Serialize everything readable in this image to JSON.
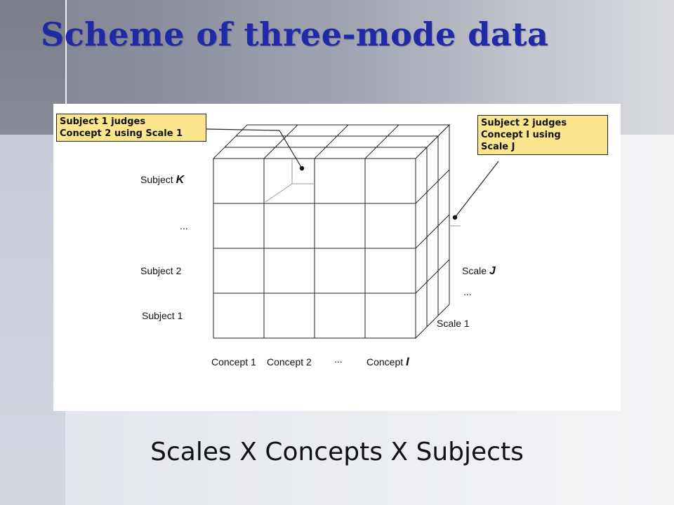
{
  "slide": {
    "title": "Scheme of three-mode data",
    "caption": "Scales X Concepts X Subjects"
  },
  "diagram": {
    "callout_left": [
      "Subject 1 judges",
      "Concept 2 using Scale 1"
    ],
    "callout_right": [
      "Subject 2 judges",
      "Concept I using",
      "Scale J"
    ],
    "subject_labels": [
      "Subject",
      "K",
      "...",
      "Subject 2",
      "Subject 1"
    ],
    "concept_labels": [
      "Concept 1",
      "Concept 2",
      "...",
      "Concept",
      "I"
    ],
    "scale_labels": [
      "Scale",
      "J",
      "...",
      "Scale 1"
    ]
  },
  "colors": {
    "title": "#1e2aa6",
    "callout_fill": "#fbe68e"
  }
}
